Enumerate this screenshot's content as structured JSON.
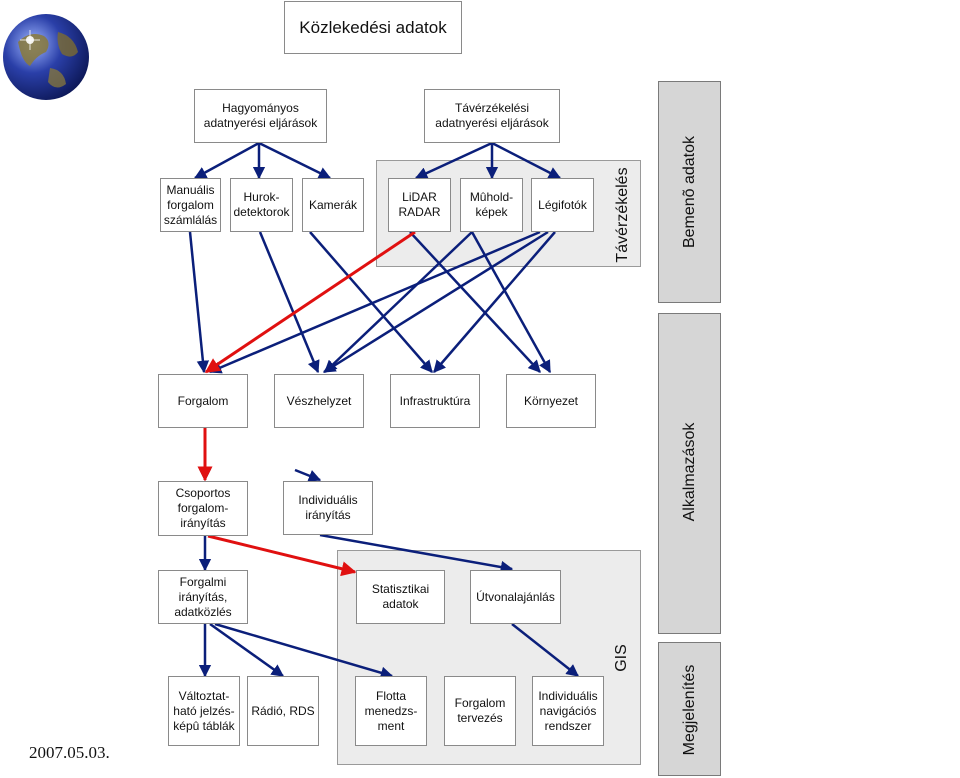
{
  "title": "Közlekedési adatok",
  "date": "2007.05.03.",
  "side_labels": {
    "remote_sensing": "Távérzékelés",
    "input_data": "Bemenõ adatok",
    "applications": "Alkalmazások",
    "gis": "GIS",
    "display": "Megjelenítés"
  },
  "sources": {
    "traditional": "Hagyományos\nadatnyerési eljárások",
    "remote": "Távérzékelési\nadatnyerési eljárások"
  },
  "inputs": {
    "manual_count": "Manuális\nforgalom\nszámlálás",
    "loop_detectors": "Hurok-\ndetektorok",
    "cameras": "Kamerák",
    "lidar_radar": "LiDAR\nRADAR",
    "satellite": "Mûhold-\nképek",
    "aerial": "Légifotók"
  },
  "categories": {
    "traffic": "Forgalom",
    "emergency": "Vészhelyzet",
    "infrastructure": "Infrastruktúra",
    "environment": "Környezet"
  },
  "applications": {
    "group_control": "Csoportos\nforgalom-\nirányítás",
    "individual_control": "Individuális\nirányítás",
    "traffic_control_comm": "Forgalmi\nirányítás,\nadatközlés",
    "statistics": "Statisztikai\nadatok",
    "route_suggestion": "Útvonalajánlás"
  },
  "displays": {
    "variable_signs": "Változtat-\nható jelzés-\nképû táblák",
    "radio_rds": "Rádió, RDS",
    "fleet_mgmt": "Flotta\nmenedzs-\nment",
    "traffic_planning": "Forgalom\ntervezés",
    "individual_nav": "Individuális\nnavigációs\nrendszer"
  },
  "colors": {
    "arrow_default": "#0b1f7a",
    "arrow_highlight": "#e01010",
    "panel": "#d6d6d6",
    "group": "#ececec"
  },
  "icon": "globe-icon"
}
